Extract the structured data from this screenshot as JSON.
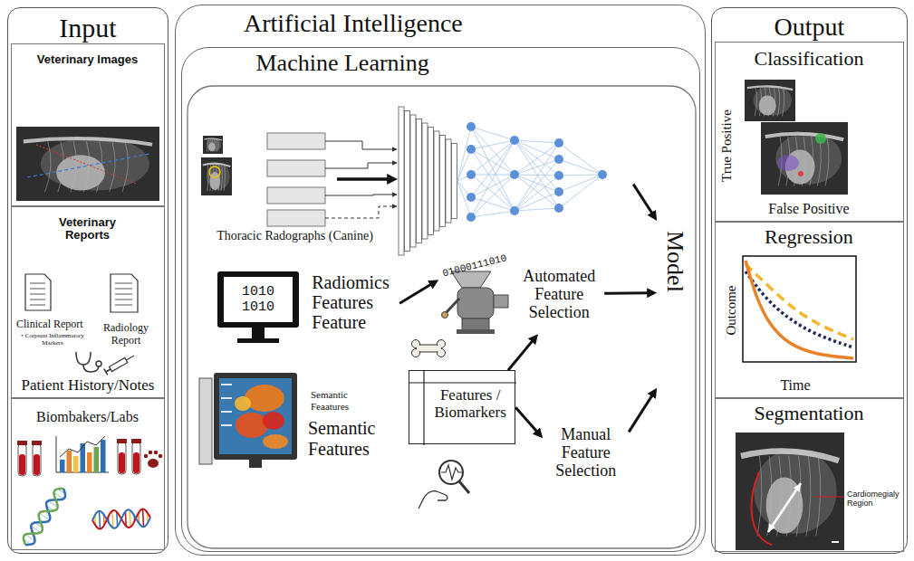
{
  "diagram": {
    "nodes": [
      {
        "text": [
          "Input"
        ]
      },
      {
        "text": [
          "Veterinary Images"
        ],
        "in": 0
      },
      {
        "text": [
          "Veterinary Reports"
        ],
        "in": 0
      },
      {
        "text": [
          "Biombakers/Labs"
        ],
        "in": 0
      },
      {
        "text": [
          "Artificial Intelligence"
        ]
      },
      {
        "text": [
          "Machine Learning"
        ],
        "in": 4
      },
      {
        "text": [
          "Thoracic Radographs (Canine)"
        ],
        "in": 5
      },
      {
        "text": [
          "Radiomics Features Feature"
        ],
        "in": 5
      },
      {
        "text": [
          "Automated Feature Selection"
        ],
        "in": 5
      },
      {
        "text": [
          "Features / Biomarkers"
        ],
        "in": 5
      },
      {
        "text": [
          "Manual Feature Selection"
        ],
        "in": 5
      },
      {
        "text": [
          "Model"
        ],
        "in": 5
      },
      {
        "text": [
          "Output"
        ]
      },
      {
        "text": [
          "Classification"
        ],
        "in": 12
      },
      {
        "text": [
          "Regression"
        ],
        "in": 12
      },
      {
        "text": [
          "Segmentation"
        ],
        "in": 12
      }
    ],
    "edges": [
      {
        "from": 6,
        "to": 11,
        "arrow": "to"
      },
      {
        "from": 7,
        "to": 8,
        "arrow": "to"
      },
      {
        "from": 9,
        "to": 8,
        "arrow": "to"
      },
      {
        "from": 9,
        "to": 10,
        "arrow": "to"
      },
      {
        "from": 8,
        "to": 11,
        "arrow": "to"
      },
      {
        "from": 10,
        "to": 11,
        "arrow": "to"
      }
    ],
    "labels": [
      "Clinical Report",
      "• Corpsust Inflammatory Markers",
      "Radiology Report",
      "Patient History/Notes",
      "01000111010",
      "1010 1010",
      "Semantic Feaatures",
      "Semantic Features",
      "True Positive",
      "False Positive",
      "Outcome",
      "Time",
      "Cardiomegialy Region"
    ]
  }
}
